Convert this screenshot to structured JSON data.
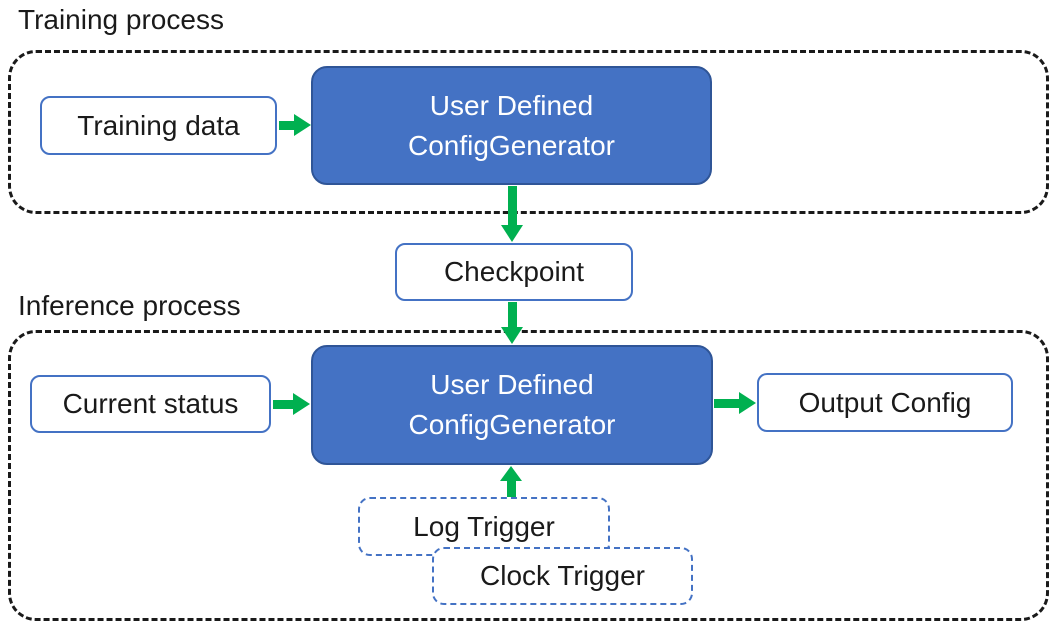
{
  "colors": {
    "generator_fill": "#4472C4",
    "generator_border": "#2F5597",
    "io_border": "#4472C4",
    "arrow_green": "#00B050",
    "container_dash": "#1a1a1a",
    "text_dark": "#1a1a1a",
    "text_light": "#ffffff"
  },
  "training": {
    "title": "Training process",
    "input_label": "Training data",
    "generator_line1": "User Defined",
    "generator_line2": "ConfigGenerator"
  },
  "checkpoint": {
    "label": "Checkpoint"
  },
  "inference": {
    "title": "Inference process",
    "input_label": "Current status",
    "generator_line1": "User Defined",
    "generator_line2": "ConfigGenerator",
    "output_label": "Output Config",
    "log_trigger_label": "Log Trigger",
    "clock_trigger_label": "Clock Trigger"
  }
}
